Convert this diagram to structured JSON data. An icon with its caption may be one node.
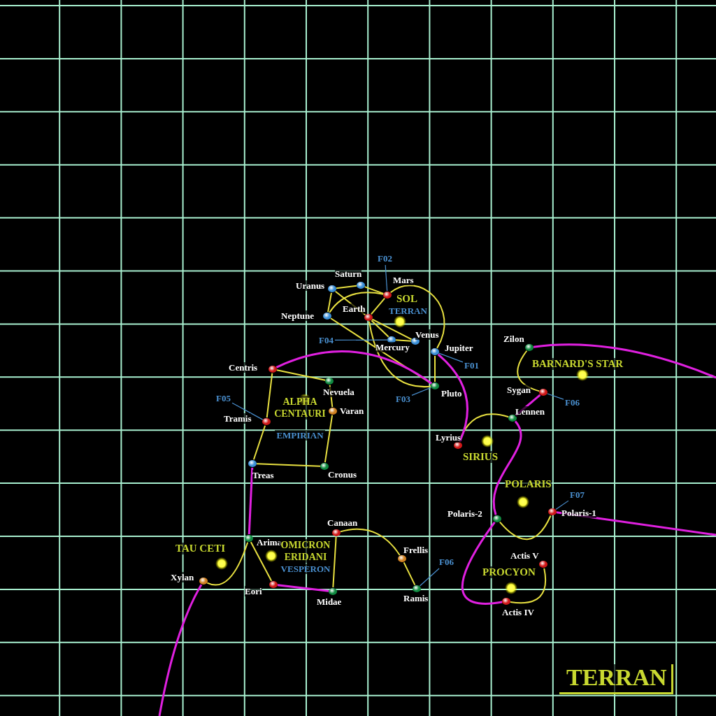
{
  "diagram": {
    "nodes": [
      {
        "text": [
          "F02"
        ]
      },
      {
        "text": [
          "Saturn"
        ]
      },
      {
        "text": [
          "Uranus"
        ]
      },
      {
        "text": [
          "Mars"
        ]
      },
      {
        "text": [
          "SOL",
          "TERRAN"
        ]
      },
      {
        "text": [
          "Neptune"
        ]
      },
      {
        "text": [
          "Earth"
        ]
      },
      {
        "text": [
          "Venus"
        ]
      },
      {
        "text": [
          "F04"
        ]
      },
      {
        "text": [
          "Mercury"
        ]
      },
      {
        "text": [
          "Jupiter"
        ]
      },
      {
        "text": [
          "F01"
        ]
      },
      {
        "text": [
          "Centris"
        ]
      },
      {
        "text": [
          "Zilon"
        ]
      },
      {
        "text": [
          "BARNARD'S STAR"
        ]
      },
      {
        "text": [
          "Nevuela"
        ]
      },
      {
        "text": [
          "Pluto"
        ]
      },
      {
        "text": [
          "F03"
        ]
      },
      {
        "text": [
          "Sygan"
        ]
      },
      {
        "text": [
          "F05"
        ]
      },
      {
        "text": [
          "F06"
        ]
      },
      {
        "text": [
          "ALPHA CENTAURI",
          "EMPIRIAN"
        ]
      },
      {
        "text": [
          "Varan"
        ]
      },
      {
        "text": [
          "Lennen"
        ]
      },
      {
        "text": [
          "Tramis"
        ]
      },
      {
        "text": [
          "Lyrius"
        ]
      },
      {
        "text": [
          "SIRIUS"
        ]
      },
      {
        "text": [
          "Treas"
        ]
      },
      {
        "text": [
          "Cronus"
        ]
      },
      {
        "text": [
          "POLARIS"
        ]
      },
      {
        "text": [
          "F07"
        ]
      },
      {
        "text": [
          "Polaris-1"
        ]
      },
      {
        "text": [
          "Polaris-2"
        ]
      },
      {
        "text": [
          "Canaan"
        ]
      },
      {
        "text": [
          "Arima"
        ]
      },
      {
        "text": [
          "TAU CETI"
        ]
      },
      {
        "text": [
          "OMICRON ERIDANI",
          "VESPERON"
        ]
      },
      {
        "text": [
          "Frellis"
        ]
      },
      {
        "text": [
          "Actis V"
        ]
      },
      {
        "text": [
          "F06"
        ]
      },
      {
        "text": [
          "PROCYON"
        ]
      },
      {
        "text": [
          "Eori"
        ]
      },
      {
        "text": [
          "Xylan"
        ]
      },
      {
        "text": [
          "Ramis"
        ]
      },
      {
        "text": [
          "Midae"
        ]
      },
      {
        "text": [
          "Actis IV"
        ]
      }
    ],
    "edges": [
      {
        "from": 2,
        "to": 1,
        "arrow": "none"
      },
      {
        "from": 1,
        "to": 3,
        "arrow": "none"
      },
      {
        "from": 2,
        "to": 5,
        "arrow": "none"
      },
      {
        "from": 2,
        "to": 6,
        "arrow": "none"
      },
      {
        "from": 5,
        "to": 3,
        "arrow": "none"
      },
      {
        "from": 6,
        "to": 3,
        "arrow": "none"
      },
      {
        "from": 6,
        "to": 9,
        "arrow": "none"
      },
      {
        "from": 6,
        "to": 7,
        "arrow": "none"
      },
      {
        "from": 6,
        "to": 16,
        "arrow": "none"
      },
      {
        "from": 9,
        "to": 7,
        "arrow": "none"
      },
      {
        "from": 5,
        "to": 16,
        "arrow": "none"
      },
      {
        "from": 3,
        "to": 10,
        "arrow": "none"
      },
      {
        "from": 10,
        "to": 16,
        "arrow": "none"
      },
      {
        "from": 12,
        "to": 15,
        "arrow": "none"
      },
      {
        "from": 12,
        "to": 24,
        "arrow": "none"
      },
      {
        "from": 15,
        "to": 22,
        "arrow": "none"
      },
      {
        "from": 22,
        "to": 28,
        "arrow": "none"
      },
      {
        "from": 24,
        "to": 27,
        "arrow": "none"
      },
      {
        "from": 27,
        "to": 28,
        "arrow": "none"
      },
      {
        "from": 13,
        "to": 18,
        "arrow": "none"
      },
      {
        "from": 25,
        "to": 23,
        "arrow": "none"
      },
      {
        "from": 32,
        "to": 31,
        "arrow": "none"
      },
      {
        "from": 45,
        "to": 38,
        "arrow": "none"
      },
      {
        "from": 34,
        "to": 42,
        "arrow": "none"
      },
      {
        "from": 34,
        "to": 41,
        "arrow": "none"
      },
      {
        "from": 33,
        "to": 44,
        "arrow": "none"
      },
      {
        "from": 33,
        "to": 37,
        "arrow": "none"
      },
      {
        "from": 37,
        "to": 43,
        "arrow": "none"
      },
      {
        "from": 12,
        "to": 16,
        "arrow": "none",
        "color": "#e020e0"
      },
      {
        "from": 10,
        "to": 25,
        "arrow": "none",
        "color": "#e020e0"
      },
      {
        "from": 23,
        "to": 18,
        "arrow": "none",
        "color": "#e020e0"
      },
      {
        "from": 23,
        "to": 32,
        "arrow": "none",
        "color": "#e020e0"
      },
      {
        "from": 32,
        "to": 45,
        "arrow": "none",
        "color": "#e020e0"
      },
      {
        "from": 13,
        "to": null,
        "arrow": "none",
        "color": "#e020e0"
      },
      {
        "from": 31,
        "to": null,
        "arrow": "none",
        "color": "#e020e0"
      },
      {
        "from": 27,
        "to": 34,
        "arrow": "none",
        "color": "#e020e0"
      },
      {
        "from": 41,
        "to": 44,
        "arrow": "none",
        "color": "#e020e0"
      },
      {
        "from": 42,
        "to": null,
        "arrow": "none",
        "color": "#e020e0"
      },
      {
        "from": 0,
        "to": 3,
        "arrow": "none",
        "color": "#4a90d0"
      },
      {
        "from": 8,
        "to": 9,
        "arrow": "none",
        "color": "#4a90d0"
      },
      {
        "from": 11,
        "to": 10,
        "arrow": "none",
        "color": "#4a90d0"
      },
      {
        "from": 17,
        "to": 16,
        "arrow": "none",
        "color": "#4a90d0"
      },
      {
        "from": 19,
        "to": 24,
        "arrow": "none",
        "color": "#4a90d0"
      },
      {
        "from": 20,
        "to": 18,
        "arrow": "none",
        "color": "#4a90d0"
      },
      {
        "from": 30,
        "to": 31,
        "arrow": "none",
        "color": "#4a90d0"
      },
      {
        "from": 39,
        "to": 43,
        "arrow": "none",
        "color": "#4a90d0"
      }
    ],
    "labels": [
      "TERRAN"
    ]
  }
}
